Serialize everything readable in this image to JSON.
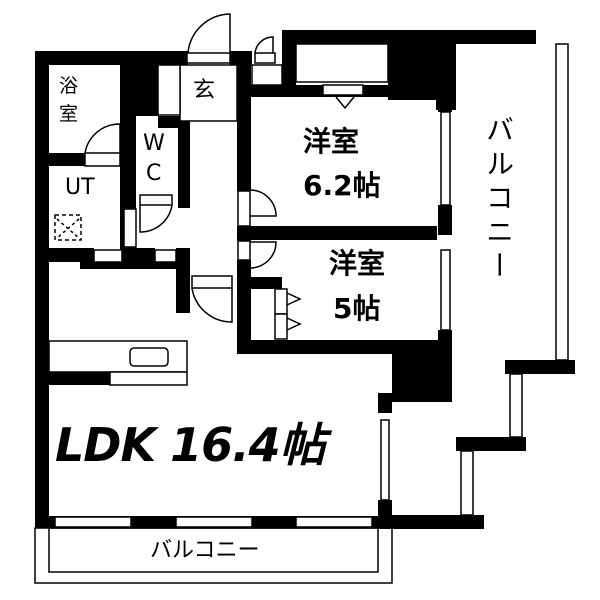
{
  "floor_plan": {
    "rooms": {
      "bath": {
        "label_top": "浴",
        "label_bottom": "室"
      },
      "entrance": {
        "label": "玄"
      },
      "wc": {
        "label_top": "W",
        "label_bottom": "C"
      },
      "utility": {
        "label": "UT"
      },
      "western_room_1": {
        "label": "洋室",
        "size": "6.2帖"
      },
      "western_room_2": {
        "label": "洋室",
        "size": "5帖"
      },
      "ldk": {
        "label": "LDK 16.4帖"
      },
      "balcony_right": {
        "label": "バルコニー"
      },
      "balcony_bottom": {
        "label": "バルコニー"
      }
    },
    "colors": {
      "wall": "#000000",
      "background": "#ffffff"
    }
  }
}
